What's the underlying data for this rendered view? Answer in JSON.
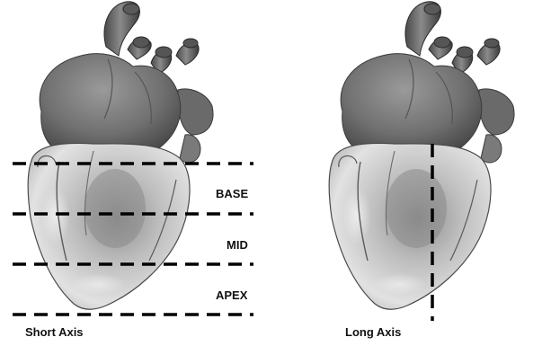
{
  "panels": [
    {
      "caption": "Short Axis",
      "regions": [
        "BASE",
        "MID",
        "APEX"
      ]
    },
    {
      "caption": "Long Axis"
    }
  ],
  "colors": {
    "line": "#000000",
    "heart_dark": "#6f6f6f",
    "heart_light": "#d8d8d8",
    "background": "#ffffff"
  }
}
